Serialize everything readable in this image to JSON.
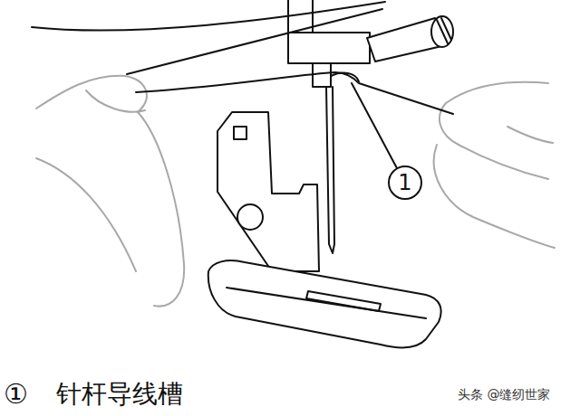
{
  "diagram": {
    "labels": [
      "1",
      "①",
      "针杆导线槽",
      "头条 @缝纫世家"
    ]
  }
}
